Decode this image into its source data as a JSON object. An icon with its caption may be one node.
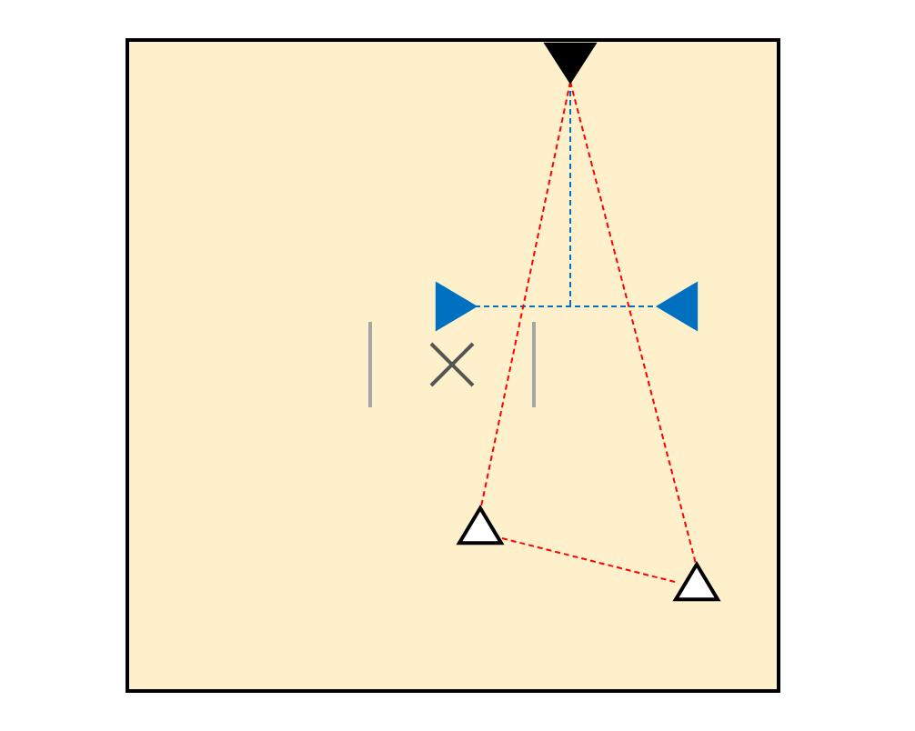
{
  "diagram": {
    "nodes": [
      {
        "text": [],
        "shape": "triangle"
      },
      {
        "text": [],
        "shape": "triangle"
      },
      {
        "text": [],
        "shape": "triangle"
      },
      {
        "text": [],
        "shape": "triangle"
      },
      {
        "text": [],
        "shape": "triangle"
      }
    ],
    "edges": [
      {
        "from": 1,
        "to": 2,
        "arrow": "none",
        "style": "dashed",
        "color": "#0070c0"
      },
      {
        "from": 0,
        "to": null,
        "arrow": "none",
        "style": "dashed",
        "color": "#0070c0"
      },
      {
        "from": 0,
        "to": 3,
        "arrow": "none",
        "style": "dashed",
        "color": "#ff0000"
      },
      {
        "from": 0,
        "to": 4,
        "arrow": "none",
        "style": "dashed",
        "color": "#ff0000"
      },
      {
        "from": 3,
        "to": 4,
        "arrow": "none",
        "style": "dashed",
        "color": "#ff0000"
      }
    ]
  }
}
